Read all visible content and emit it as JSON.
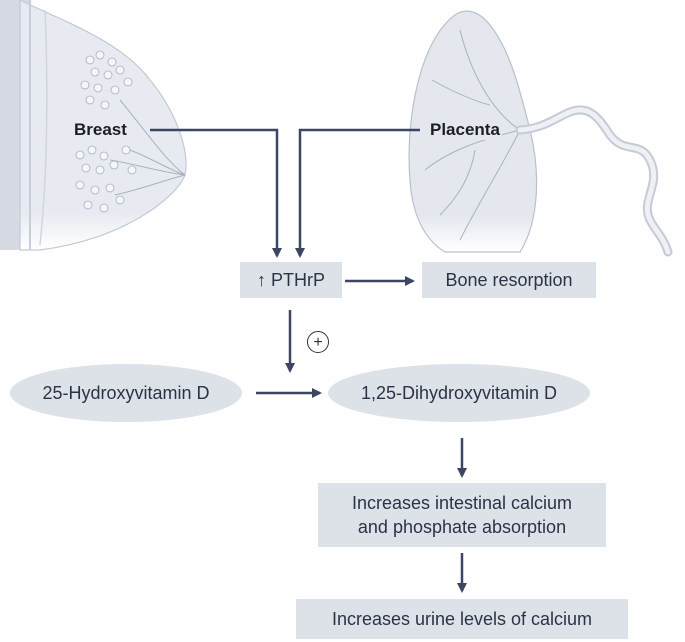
{
  "labels": {
    "breast": "Breast",
    "placenta": "Placenta"
  },
  "nodes": {
    "pthrp": "↑ PTHrP",
    "bone_resorption": "Bone resorption",
    "hydroxy": "25-Hydroxyvitamin D",
    "dihydroxy": "1,25-Dihydroxyvitamin D",
    "intestinal_line1": "Increases intestinal calcium",
    "intestinal_line2": "and phosphate absorption",
    "urine": "Increases urine levels of calcium"
  },
  "symbols": {
    "plus": "+"
  },
  "colors": {
    "arrow": "#3a4663",
    "box_fill": "#dde1e8",
    "text": "#2b3346",
    "illustration_fill": "#e4e7ee",
    "illustration_line": "#b9c0cc"
  }
}
